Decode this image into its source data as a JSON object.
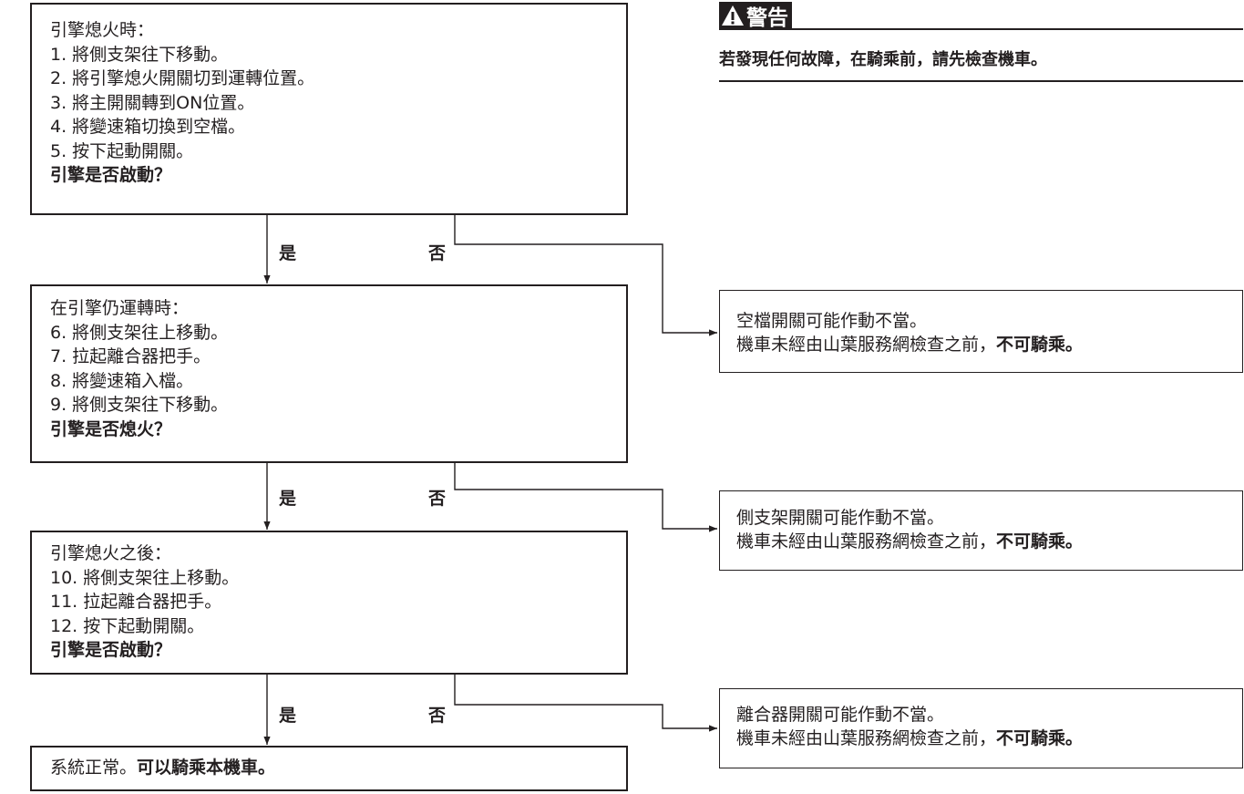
{
  "warning": {
    "title": "警告",
    "text": "若發現任何故障，在騎乘前，請先檢查機車。"
  },
  "steps": [
    {
      "lines": [
        "引擎熄火時：",
        "1. 將側支架往下移動。",
        "2. 將引擎熄火開關切到運轉位置。",
        "3. 將主開關轉到ON位置。",
        "4. 將變速箱切換到空檔。",
        "5. 按下起動開關。"
      ],
      "question": "引擎是否啟動？"
    },
    {
      "lines": [
        "在引擎仍運轉時：",
        "6. 將側支架往上移動。",
        "7. 拉起離合器把手。",
        "8. 將變速箱入檔。",
        "9. 將側支架往下移動。"
      ],
      "question": "引擎是否熄火？"
    },
    {
      "lines": [
        "引擎熄火之後：",
        "10. 將側支架往上移動。",
        "11. 拉起離合器把手。",
        "12. 按下起動開關。"
      ],
      "question": "引擎是否啟動？"
    }
  ],
  "branch_labels": {
    "yes": "是",
    "no": "否"
  },
  "results": [
    {
      "line1": "空檔開關可能作動不當。",
      "line2": "機車未經由山葉服務網檢查之前，",
      "line2_bold": "不可騎乘。"
    },
    {
      "line1": "側支架開關可能作動不當。",
      "line2": "機車未經由山葉服務網檢查之前，",
      "line2_bold": "不可騎乘。"
    },
    {
      "line1": "離合器開關可能作動不當。",
      "line2": "機車未經由山葉服務網檢查之前，",
      "line2_bold": "不可騎乘。"
    }
  ],
  "final": {
    "text": "系統正常。",
    "bold": "可以騎乘本機車。"
  }
}
